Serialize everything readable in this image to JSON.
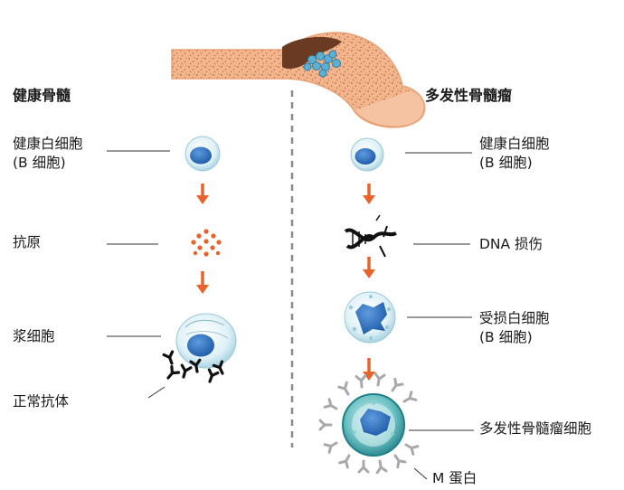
{
  "left": {
    "heading": "健康骨髓",
    "healthy_cell": {
      "line1": "健康白细胞",
      "line2": "(B 细胞)"
    },
    "antigen": "抗原",
    "plasma_cell": "浆细胞",
    "normal_antibody": "正常抗体"
  },
  "right": {
    "heading": "多发性骨髓瘤",
    "healthy_cell": {
      "line1": "健康白细胞",
      "line2": "(B 细胞)"
    },
    "dna_damage": "DNA 损伤",
    "damaged_cell": {
      "line1": "受损白细胞",
      "line2": "(B 细胞)"
    },
    "myeloma_cell": "多发性骨髓瘤细胞",
    "m_protein": "M 蛋白"
  },
  "colors": {
    "bone": "#f2b58c",
    "bone_outline": "#e8a277",
    "arrow": "#e8622c",
    "cell_outer": "#cfe9f1",
    "nucleus": "#2f6fb8",
    "myeloma_ring": "#2b8a8f",
    "antibody_normal": "#111111",
    "antibody_m": "#a7a9ac"
  }
}
